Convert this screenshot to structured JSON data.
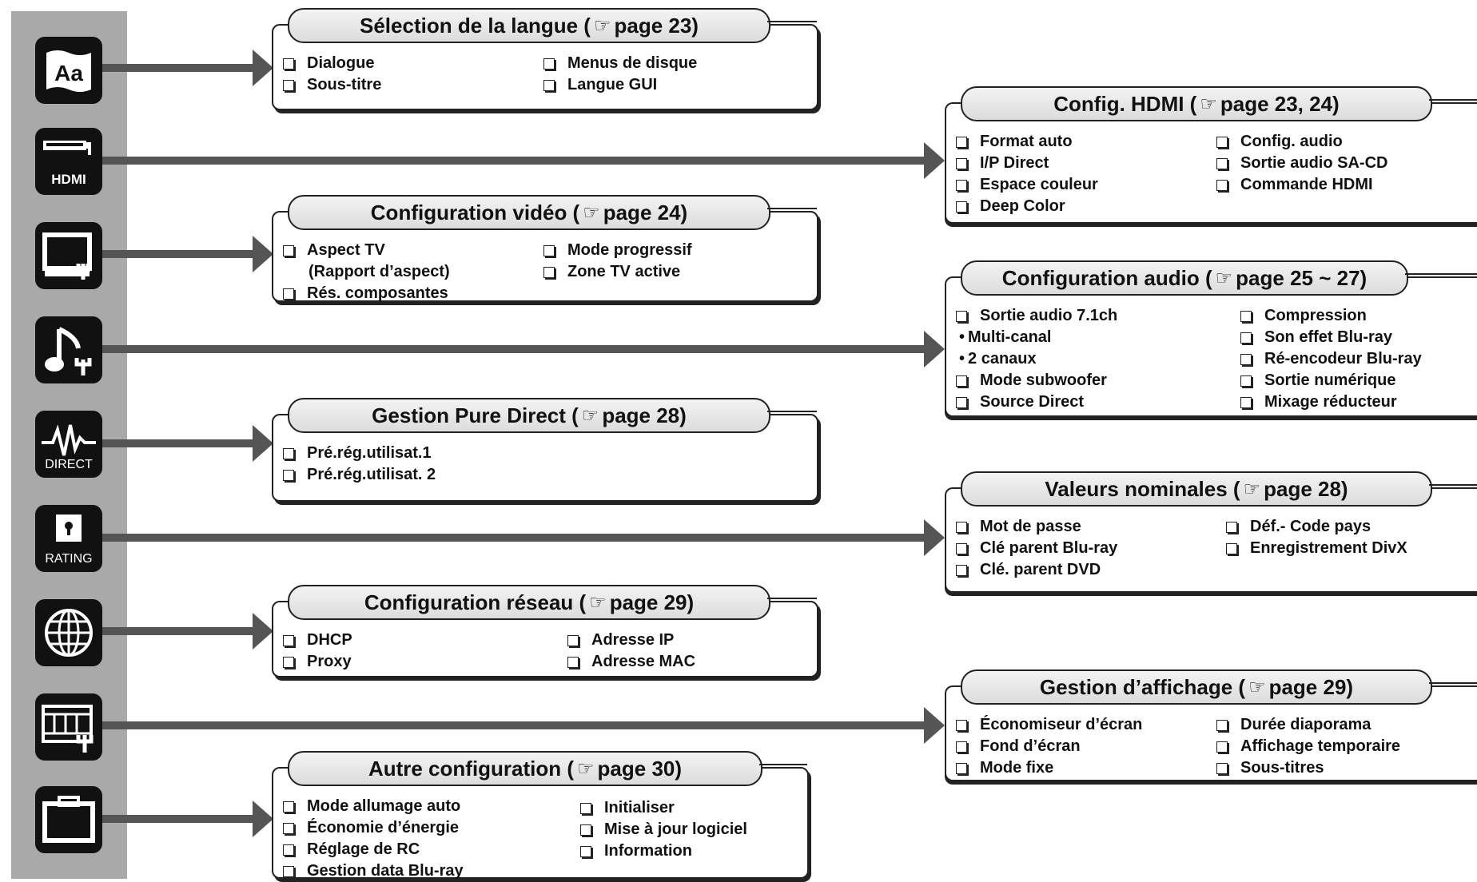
{
  "colors": {
    "sidebar": "#a9a9a9",
    "icon_tile": "#111111",
    "arrow": "#555555",
    "pill": "#e6e6e6"
  },
  "icons": {
    "language": {
      "name": "language-icon",
      "text": "Aa"
    },
    "hdmi": {
      "name": "hdmi-icon",
      "text": "HDMI"
    },
    "video": {
      "name": "video-tv-icon"
    },
    "audio": {
      "name": "music-note-icon"
    },
    "direct": {
      "name": "pure-direct-icon",
      "text": "DIRECT"
    },
    "rating": {
      "name": "rating-lock-icon",
      "text": "RATING"
    },
    "network": {
      "name": "globe-icon"
    },
    "display": {
      "name": "film-display-icon"
    },
    "other": {
      "name": "toolbox-icon"
    }
  },
  "ref_icon": "page-reference-hand-icon",
  "sections": {
    "language": {
      "title": "Sélection de la langue (",
      "page": "page 23)",
      "col1": [
        "Dialogue",
        "Sous-titre"
      ],
      "col2": [
        "Menus de disque",
        "Langue GUI"
      ]
    },
    "hdmi": {
      "title": "Config. HDMI (",
      "page": "page 23, 24)",
      "col1": [
        "Format auto",
        "I/P Direct",
        "Espace couleur",
        "Deep Color"
      ],
      "col2": [
        "Config. audio",
        "Sortie audio SA-CD",
        "Commande HDMI"
      ]
    },
    "video": {
      "title": "Configuration vidéo (",
      "page": "page 24)",
      "col1": [
        "Aspect TV",
        "(Rapport d’aspect)",
        "Rés. composantes"
      ],
      "col2": [
        "Mode progressif",
        "Zone TV active"
      ]
    },
    "audio": {
      "title": "Configuration audio (",
      "page": "page 25 ~ 27)",
      "col1": [
        "Sortie audio 7.1ch",
        "Multi-canal",
        "2 canaux",
        "Mode subwoofer",
        "Source Direct"
      ],
      "col2": [
        "Compression",
        "Son effet Blu-ray",
        "Ré-encodeur Blu-ray",
        "Sortie numérique",
        "Mixage réducteur"
      ]
    },
    "direct": {
      "title": "Gestion Pure Direct (",
      "page": "page 28)",
      "col1": [
        "Pré.rég.utilisat.1",
        "Pré.rég.utilisat. 2"
      ]
    },
    "rating": {
      "title": "Valeurs nominales (",
      "page": "page 28)",
      "col1": [
        "Mot de passe",
        "Clé parent Blu-ray",
        "Clé. parent DVD"
      ],
      "col2": [
        "Déf.- Code pays",
        "Enregistrement DivX"
      ]
    },
    "network": {
      "title": "Configuration réseau (",
      "page": "page 29)",
      "col1": [
        "DHCP",
        "Proxy"
      ],
      "col2": [
        "Adresse IP",
        "Adresse MAC"
      ]
    },
    "display": {
      "title": "Gestion d’affichage (",
      "page": "page 29)",
      "col1": [
        "Économiseur d’écran",
        "Fond d’écran",
        "Mode fixe"
      ],
      "col2": [
        "Durée diaporama",
        "Affichage temporaire",
        "Sous-titres"
      ]
    },
    "other": {
      "title": "Autre configuration (",
      "page": "page 30)",
      "col1": [
        "Mode allumage auto",
        "Économie d’énergie",
        "Réglage de RC",
        "Gestion data Blu-ray"
      ],
      "col2": [
        "Initialiser",
        "Mise à jour logiciel",
        "Information"
      ]
    }
  }
}
